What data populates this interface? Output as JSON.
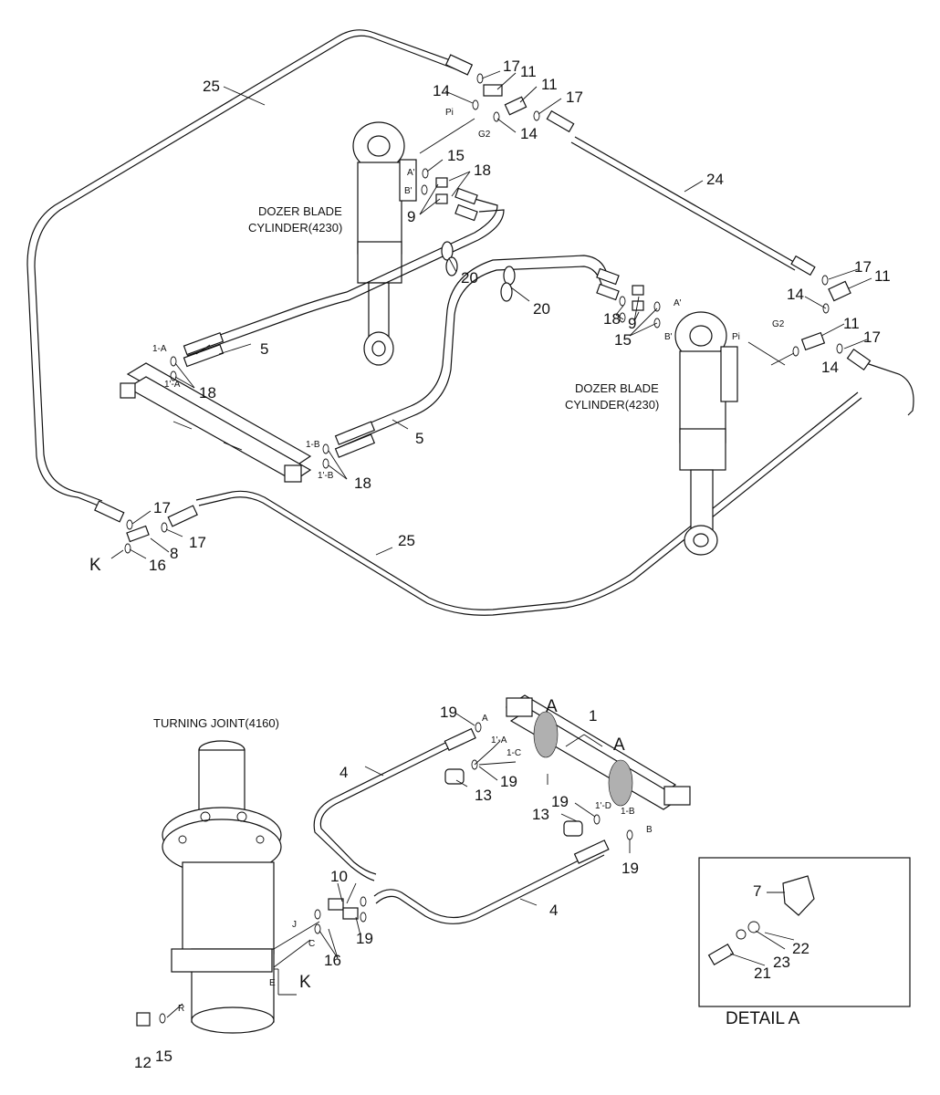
{
  "callouts": {
    "n1": "1",
    "n4": "4",
    "n5": "5",
    "n7": "7",
    "n8": "8",
    "n9": "9",
    "n10": "10",
    "n11": "11",
    "n12": "12",
    "n13": "13",
    "n14": "14",
    "n15": "15",
    "n16": "16",
    "n17": "17",
    "n18": "18",
    "n19": "19",
    "n20": "20",
    "n21": "21",
    "n22": "22",
    "n23": "23",
    "n24": "24",
    "n25": "25"
  },
  "ports": {
    "pi": "Pi",
    "g2": "G2",
    "a_prime": "A'",
    "b_prime": "B'",
    "a": "A",
    "b": "B",
    "c": "C",
    "e": "E",
    "j": "J",
    "r": "R",
    "p1a": "1-A",
    "p1pa": "1'-A",
    "p1b": "1-B",
    "p1pb": "1'-B",
    "p1c": "1-C",
    "p1pd": "1'-D"
  },
  "letters": {
    "k": "K",
    "detail_a": "A"
  },
  "captions": {
    "dozer_blade": "DOZER BLADE",
    "cylinder": "CYLINDER(4230)",
    "turning_joint": "TURNING JOINT(4160)",
    "detail_a": "DETAIL A"
  }
}
